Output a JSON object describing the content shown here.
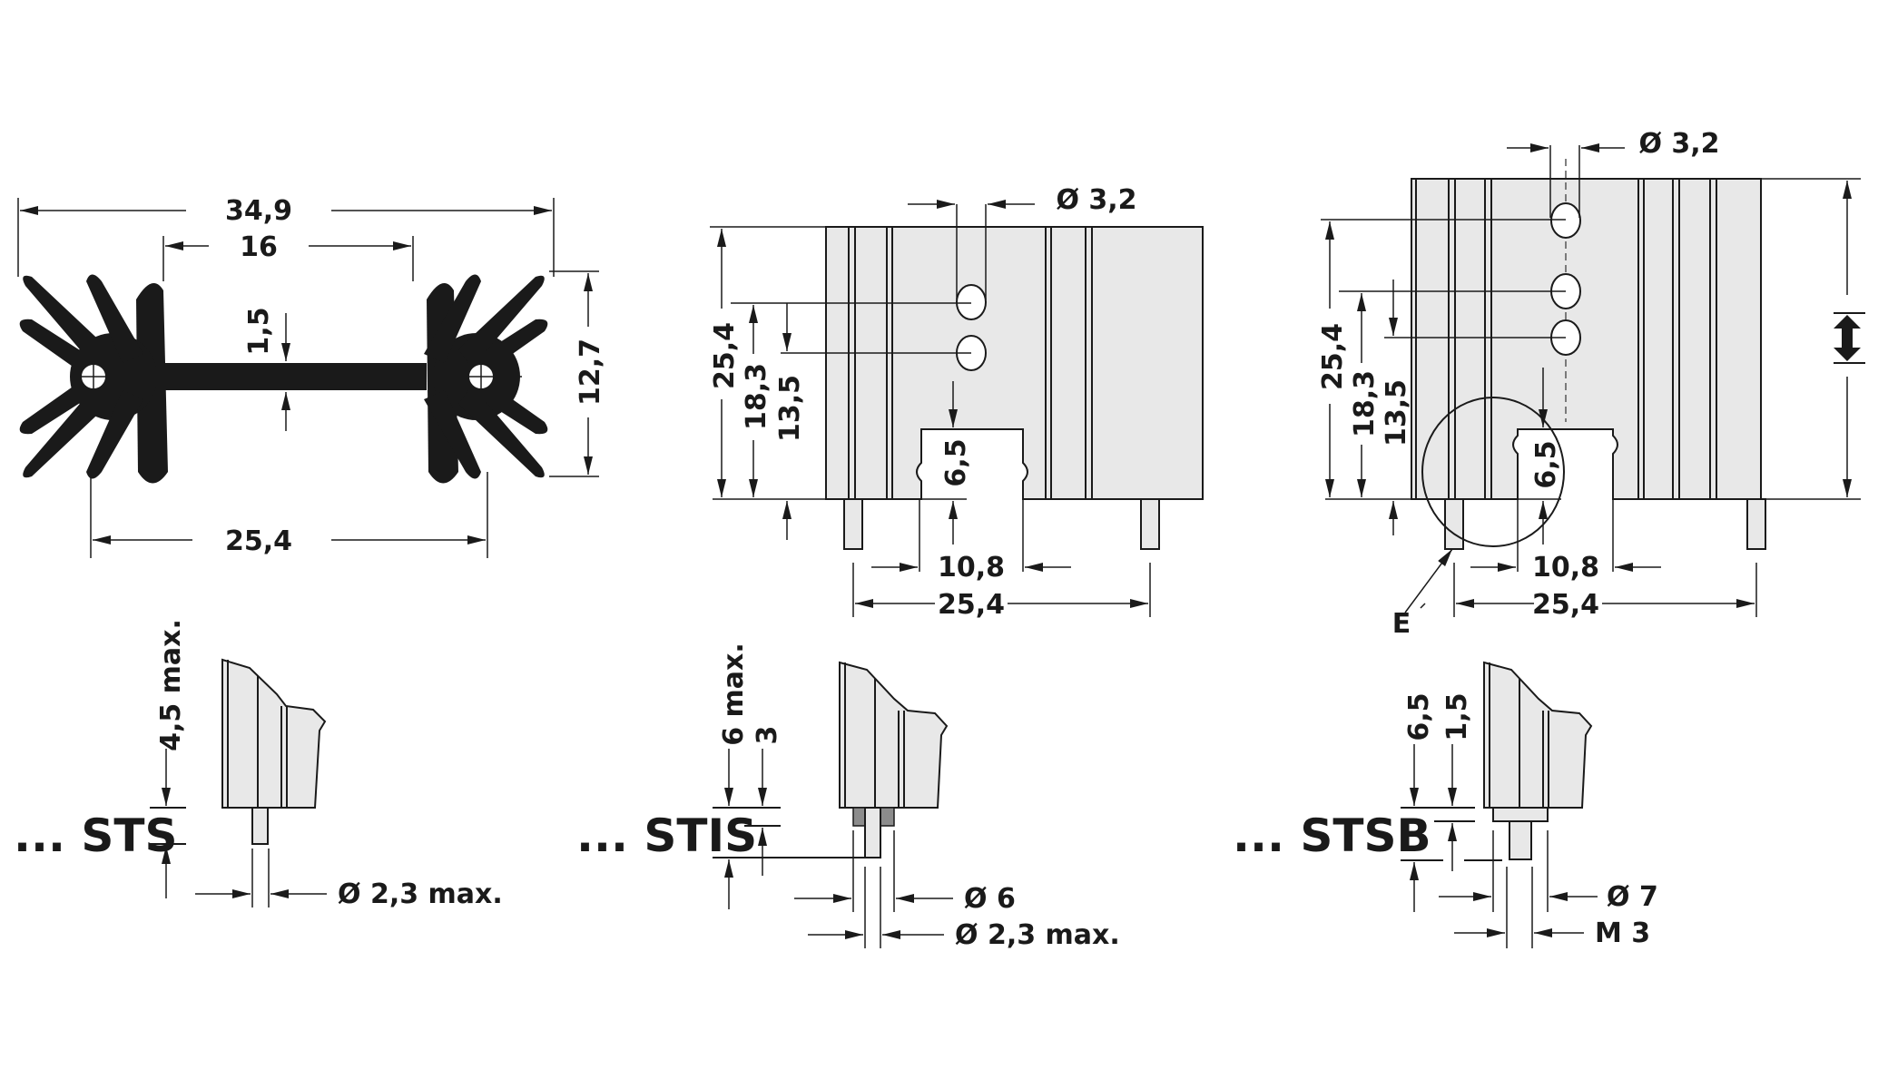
{
  "diagram": {
    "colors": {
      "background": "#ffffff",
      "body_fill": "#e8e8e8",
      "line": "#1a1a1a",
      "insulator": "#8c8c8c"
    },
    "profile_view": {
      "overall_width": "34,9",
      "inner_width": "16",
      "base_thickness": "1,5",
      "height": "12,7",
      "hole_spacing": "25,4"
    },
    "front_view_2hole": {
      "hole_diameter": "Ø 3,2",
      "height": "25,4",
      "hole1_height": "18,3",
      "hole2_height": "13,5",
      "cutout_depth": "6,5",
      "cutout_width": "10,8",
      "pin_spacing": "25,4"
    },
    "front_view_3hole": {
      "hole_diameter": "Ø 3,2",
      "height": "25,4",
      "hole1_height": "18,3",
      "hole2_height": "13,5",
      "cutout_depth": "6,5",
      "cutout_width": "10,8",
      "pin_spacing": "25,4",
      "detail_label": "E"
    },
    "variants": [
      {
        "name": "... STS",
        "dim_a": "4,5 max.",
        "dia_a": "Ø 2,3 max."
      },
      {
        "name": "... STIS",
        "dim_a": "6 max.",
        "dim_b": "3",
        "dia_a": "Ø 6",
        "dia_b": "Ø 2,3 max."
      },
      {
        "name": "... STSB",
        "dim_a": "6,5",
        "dim_b": "1,5",
        "dia_a": "Ø 7",
        "dia_b": "M 3"
      }
    ]
  }
}
